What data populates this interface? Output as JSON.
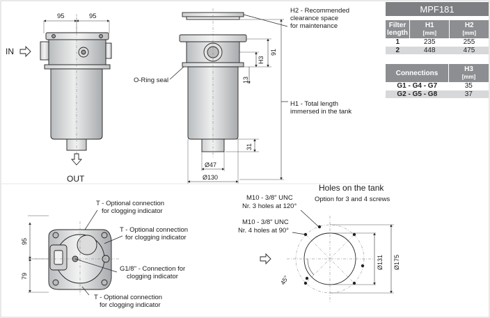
{
  "model": "MPF181",
  "table_length": {
    "headers": [
      {
        "label": "Filter length",
        "unit": ""
      },
      {
        "label": "H1",
        "unit": "[mm]"
      },
      {
        "label": "H2",
        "unit": "[mm]"
      }
    ],
    "rows": [
      [
        "1",
        "235",
        "255"
      ],
      [
        "2",
        "448",
        "475"
      ]
    ]
  },
  "table_connections": {
    "headers": [
      {
        "label": "Connections",
        "unit": ""
      },
      {
        "label": "H3",
        "unit": "[mm]"
      }
    ],
    "rows": [
      [
        "G1 - G4 - G7",
        "35"
      ],
      [
        "G2 - G5 - G8",
        "37"
      ]
    ]
  },
  "front_view": {
    "dim_left": "95",
    "dim_right": "95",
    "in_label": "IN",
    "out_label": "OUT"
  },
  "side_view": {
    "h2_note": [
      "H2 - Recommended",
      "clearance space",
      "for maintenance"
    ],
    "h1_note": [
      "H1 - Total length",
      "immersed in the tank"
    ],
    "oring_note": "O-Ring seal",
    "dim_91": "91",
    "dim_h3": "H3",
    "dim_13": "13",
    "dim_31": "31",
    "dim_47": "Ø47",
    "dim_130": "Ø130"
  },
  "top_view": {
    "dim_95": "95",
    "dim_79": "79",
    "note_t_top": [
      "T - Optional connection",
      "for clogging indicator"
    ],
    "note_t_mid": [
      "T - Optional connection",
      "for clogging indicator"
    ],
    "note_g18": [
      "G1/8\" - Connection for",
      "clogging indicator"
    ],
    "note_t_bottom": [
      "T - Optional connection",
      "for clogging indicator"
    ]
  },
  "tank_holes": {
    "title": "Holes on the tank",
    "subtitle": "Option for 3 and 4 screws",
    "note3": [
      "M10 - 3/8\" UNC",
      "Nr. 3 holes at 120°"
    ],
    "note4": [
      "M10 - 3/8\" UNC",
      "Nr. 4 holes at 90°"
    ],
    "dim_131": "Ø131",
    "dim_175": "Ø175",
    "angle": "45°"
  }
}
